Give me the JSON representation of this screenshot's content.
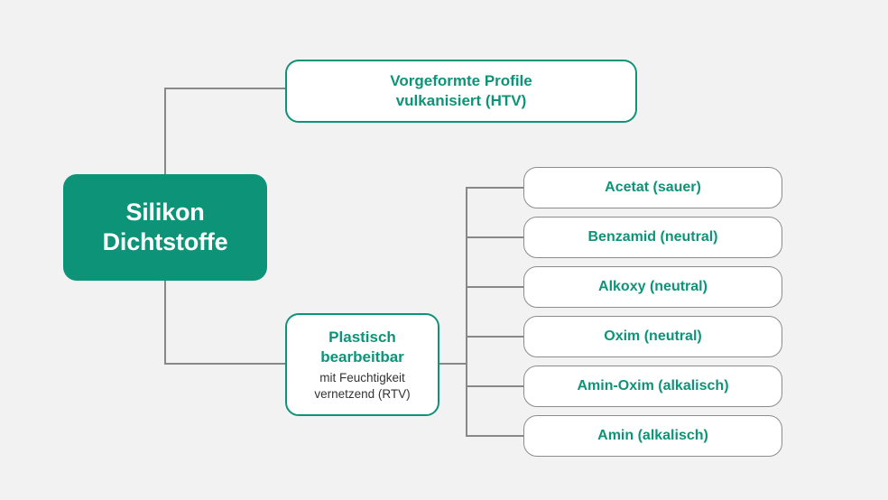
{
  "diagram": {
    "title": "Silikon Dichtstoffe",
    "type": "tree-diagram",
    "background_color": "#f2f2f2",
    "accent_color": "#0d9478",
    "connector_color": "#888888",
    "leaf_border_color": "#8c8c8c",
    "subtitle_color": "#333333"
  },
  "root": {
    "label_line1": "Silikon",
    "label_line2": "Dichtstoffe"
  },
  "branches": [
    {
      "id": "preformed",
      "title_line1": "Vorgeformte Profile",
      "title_line2": "vulkanisiert (HTV)"
    },
    {
      "id": "plastic",
      "title_line1": "Plastisch",
      "title_line2": "bearbeitbar",
      "subtitle_line1": "mit Feuchtigkeit",
      "subtitle_line2": "vernetzend (RTV)"
    }
  ],
  "leaves": [
    {
      "label": "Acetat (sauer)"
    },
    {
      "label": "Benzamid (neutral)"
    },
    {
      "label": "Alkoxy (neutral)"
    },
    {
      "label": "Oxim (neutral)"
    },
    {
      "label": "Amin-Oxim (alkalisch)"
    },
    {
      "label": "Amin (alkalisch)"
    }
  ]
}
